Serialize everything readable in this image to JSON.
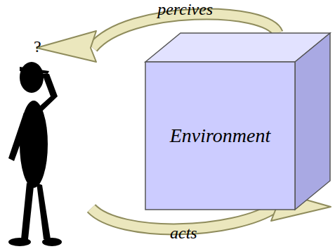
{
  "diagram": {
    "nodes": [
      {
        "text": [
          "?"
        ]
      },
      {
        "text": [
          "Environment"
        ]
      }
    ],
    "edges": [
      {
        "from": 1,
        "to": 0,
        "label": "percives",
        "arrow": "to"
      },
      {
        "from": 0,
        "to": 1,
        "label": "acts",
        "arrow": "to"
      }
    ]
  }
}
